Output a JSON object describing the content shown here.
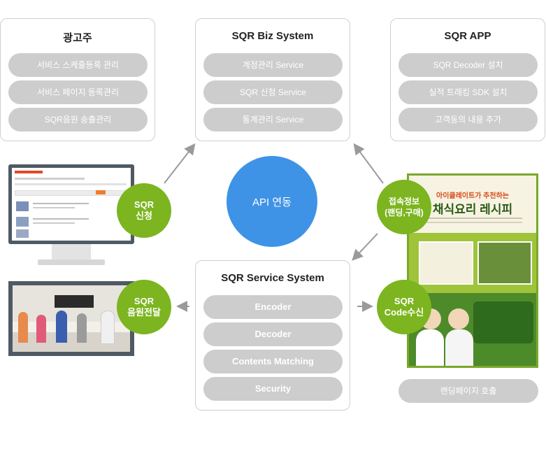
{
  "panels": {
    "advertiser": {
      "title": "광고주",
      "items": [
        "서비스 스케쥴등록 관리",
        "서비스 페이지 등록관리",
        "SQR음원 송출관리"
      ]
    },
    "biz": {
      "title": "SQR Biz System",
      "items": [
        "계정관리 Service",
        "SQR 신청 Service",
        "통계관리 Service"
      ]
    },
    "app": {
      "title": "SQR APP",
      "items": [
        "SQR Decoder 설치",
        "실적 트래킹 SDK 설치",
        "고객동의 내용 추가"
      ]
    },
    "service": {
      "title": "SQR Service System",
      "items": [
        "Encoder",
        "Decoder",
        "Contents Matching",
        "Security"
      ]
    }
  },
  "center": {
    "label": "API 연동"
  },
  "badges": {
    "apply": [
      "SQR",
      "신청"
    ],
    "audio": [
      "SQR",
      "음원전달"
    ],
    "access": [
      "접속정보",
      "(랜딩,구매)"
    ],
    "receive": [
      "SQR",
      "Code수신"
    ]
  },
  "poster": {
    "kicker": "아이클레이트가 추천하는",
    "title": "채식요리 레시피"
  },
  "landing_call": "랜딩페이지 호출",
  "colors": {
    "green": "#7cb51f",
    "blue": "#3f93e6",
    "pill": "#cdcdcd",
    "border": "#cfcfcf"
  }
}
